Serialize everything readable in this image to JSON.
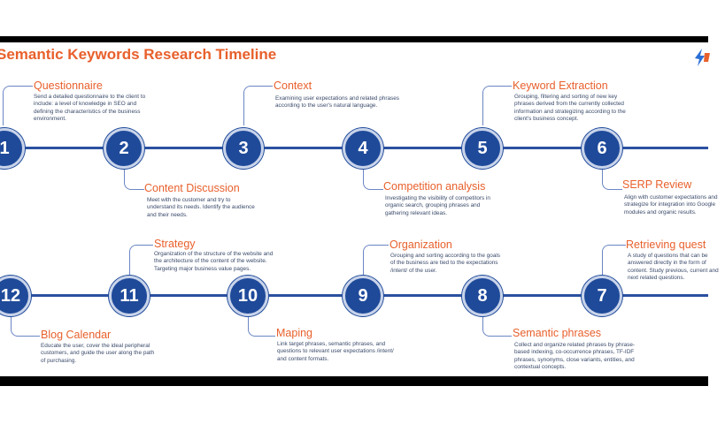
{
  "title": "Semantic Keywords Research Timeline",
  "colors": {
    "accent": "#e8602c",
    "node": "#1f4a9a",
    "line": "#2b50a0",
    "text": "#3a4a6a"
  },
  "steps": [
    {
      "number": "1",
      "title": "Questionnaire",
      "description": "Send a detailed questionnaire to the client to include: a level of knowledge in SEO and defining the characteristics of the business environment."
    },
    {
      "number": "2",
      "title": "Content Discussion",
      "description": "Meet with the customer and try to understand its needs. Identify the audience and their needs."
    },
    {
      "number": "3",
      "title": "Context",
      "description": "Examining user expectations and related phrases according to the user's natural language."
    },
    {
      "number": "4",
      "title": "Competition analysis",
      "description": "Investigating the visibility of competitors in organic search, grouping phrases and gathering relevant ideas."
    },
    {
      "number": "5",
      "title": "Keyword Extraction",
      "description": "Grouping, filtering and sorting of new key phrases derived from the currently collected information and strategizing according to the client's business concept."
    },
    {
      "number": "6",
      "title": "SERP Review",
      "description": "Align with customer expectations and strategize for integration into Google modules and organic results."
    },
    {
      "number": "7",
      "title": "Retrieving quest",
      "description": "A study of questions that can be answered directly in the form of content. Study previous, current and next related questions."
    },
    {
      "number": "8",
      "title": "Semantic phrases",
      "description": "Collect and organize related phrases by phrase-based indexing, co-occurrence phrases, TF-IDF phrases, synonyms, close variants, entities, and contextual concepts."
    },
    {
      "number": "9",
      "title": "Organization",
      "description": "Grouping and sorting according to the goals of the business are tied to the expectations /intent/ of the user."
    },
    {
      "number": "10",
      "title": "Maping",
      "description": "Link target phrases, semantic phrases, and questions to relevant user expectations /intent/ and content formats."
    },
    {
      "number": "11",
      "title": "Strategy",
      "description": "Organization of the structure of the website and the architecture of the content of the website. Targeting major business value pages."
    },
    {
      "number": "12",
      "title": "Blog Calendar",
      "description": "Educate the user, cover the ideal peripheral customers, and guide the user along the path of purchasing."
    }
  ]
}
